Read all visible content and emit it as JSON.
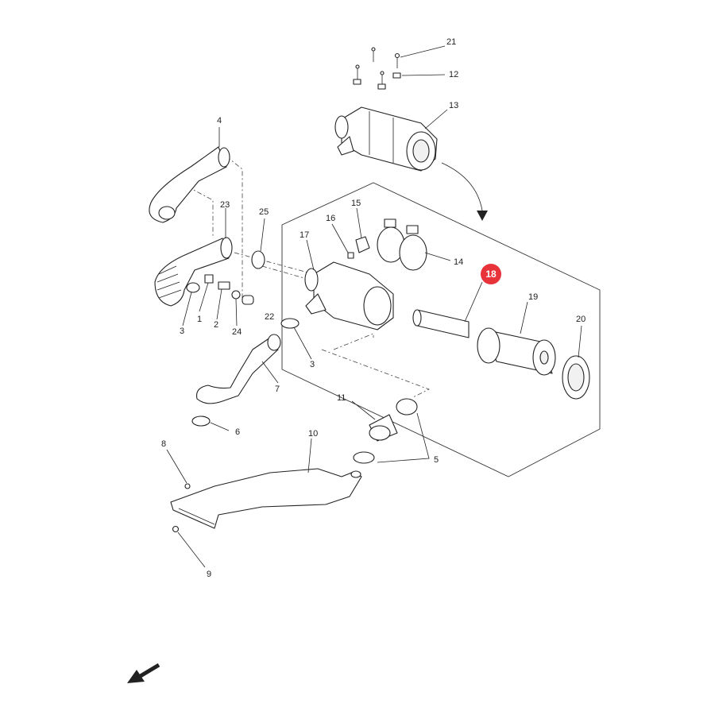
{
  "diagram": {
    "highlight_color": "#e8333a",
    "highlighted_part": "18",
    "labels": {
      "p1": "1",
      "p2": "2",
      "p3a": "3",
      "p3b": "3",
      "p4": "4",
      "p5": "5",
      "p6": "6",
      "p7": "7",
      "p8": "8",
      "p9": "9",
      "p10": "10",
      "p11": "11",
      "p12": "12",
      "p13": "13",
      "p14": "14",
      "p15": "15",
      "p16": "16",
      "p17": "17",
      "p18": "18",
      "p19": "19",
      "p20": "20",
      "p21": "21",
      "p22": "22",
      "p23": "23",
      "p24": "24",
      "p25": "25"
    }
  }
}
